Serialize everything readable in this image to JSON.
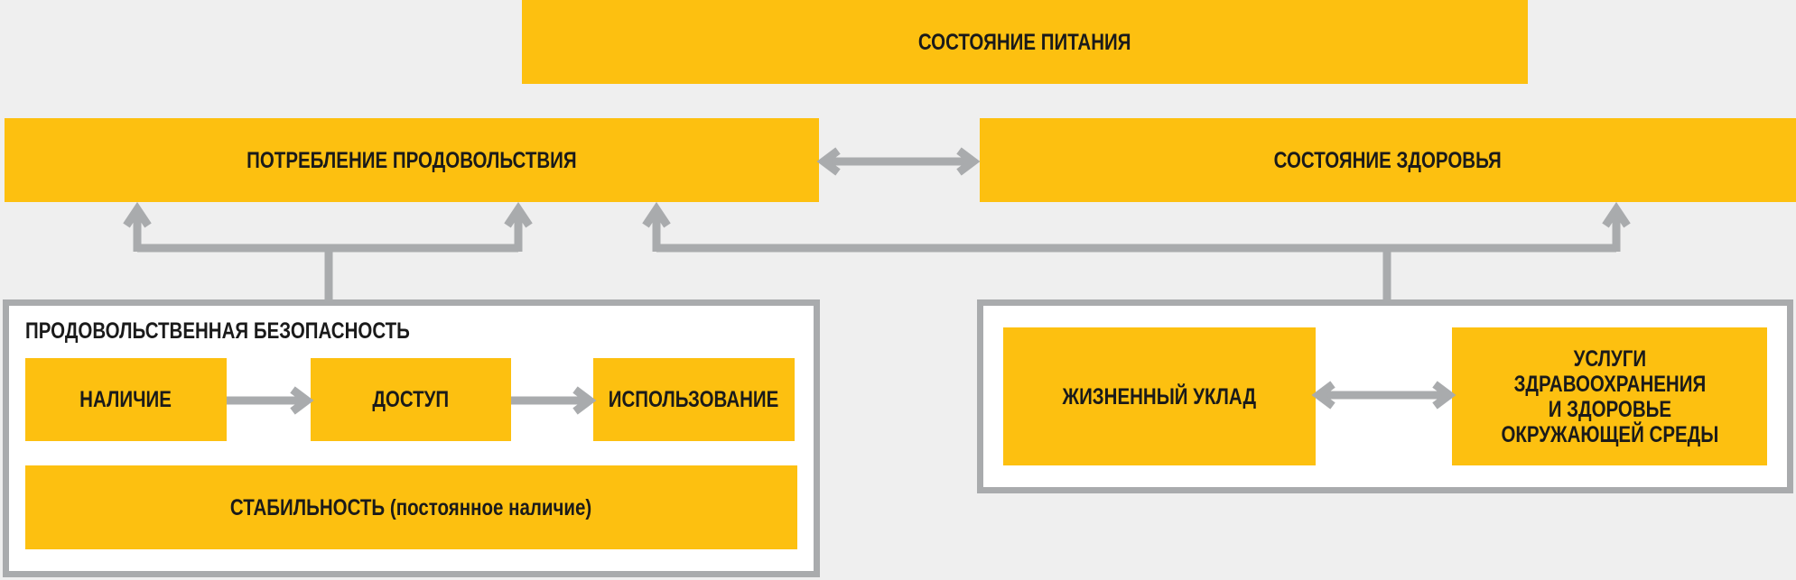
{
  "nodes": {
    "nutrition_status": "СОСТОЯНИЕ ПИТАНИЯ",
    "food_consumption": "ПОТРЕБЛЕНИЕ ПРОДОВОЛЬСТВИЯ",
    "health_status": "СОСТОЯНИЕ ЗДОРОВЬЯ",
    "food_security": {
      "title": "ПРОДОВОЛЬСТВЕННАЯ БЕЗОПАСНОСТЬ",
      "availability": "НАЛИЧИЕ",
      "access": "ДОСТУП",
      "utilization": "ИСПОЛЬЗОВАНИЕ",
      "stability": "СТАБИЛЬНОСТЬ",
      "stability_note": "(постоянное наличие)"
    },
    "health_group": {
      "lifestyle": "ЖИЗНЕННЫЙ УКЛАД",
      "services_lines": [
        "УСЛУГИ",
        "ЗДРАВООХРАНЕНИЯ",
        "И ЗДОРОВЬЕ",
        "ОКРУЖАЮЩЕЙ СРЕДЫ"
      ]
    }
  },
  "colors": {
    "box": "#fdc010",
    "arrow": "#a9abad",
    "background": "#efefef",
    "text": "#1a1a1a"
  }
}
